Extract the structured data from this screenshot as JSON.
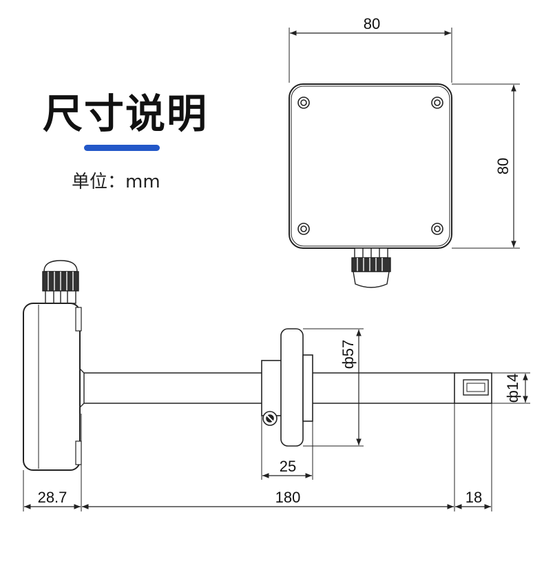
{
  "header": {
    "title": "尺寸说明",
    "unit": "单位：mm",
    "accent_color": "#2358c8"
  },
  "dimensions": {
    "top_width": "80",
    "top_height": "80",
    "flange_diameter": "ф57",
    "probe_diameter": "ф14",
    "flange_width": "25",
    "housing_depth": "28.7",
    "probe_length": "180",
    "tip_length": "18"
  }
}
